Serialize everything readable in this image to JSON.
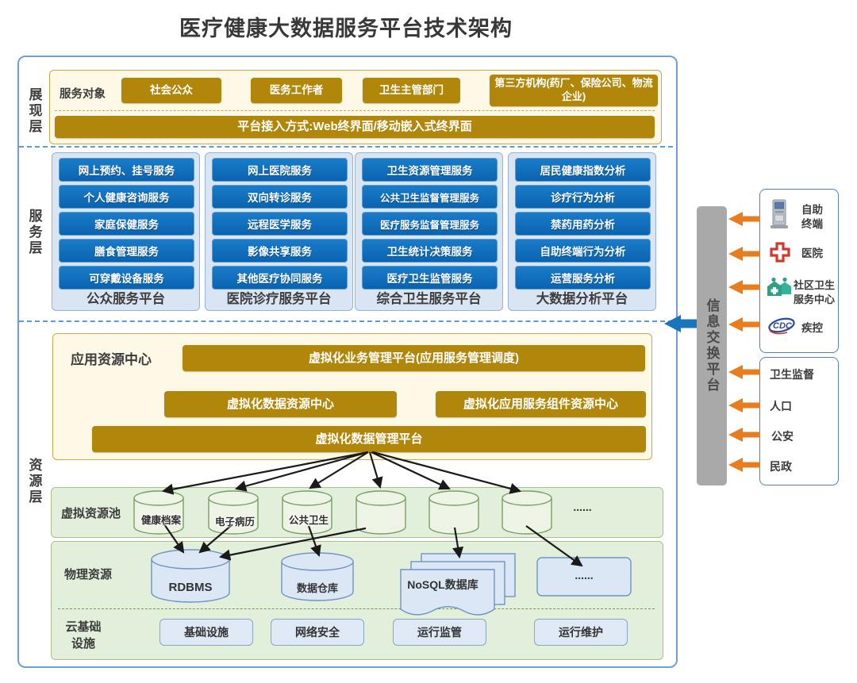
{
  "title": "医疗健康大数据服务平台技术架构",
  "layers": {
    "l1": "展现层",
    "l2": "服务层",
    "l3": "资源层"
  },
  "presentation": {
    "label": "服务对象",
    "targets": [
      "社会公众",
      "医务工作者",
      "卫生主管部门",
      "第三方机构(药厂、保险公司、物流企业)"
    ],
    "access": "平台接入方式:Web终界面/移动嵌入式终界面"
  },
  "platforms": [
    {
      "name": "公众服务平台",
      "services": [
        "网上预约、挂号服务",
        "个人健康咨询服务",
        "家庭保健服务",
        "膳食管理服务",
        "可穿戴设备服务"
      ]
    },
    {
      "name": "医院诊疗服务平台",
      "services": [
        "网上医院服务",
        "双向转诊服务",
        "远程医学服务",
        "影像共享服务",
        "其他医疗协同服务"
      ]
    },
    {
      "name": "综合卫生服务平台",
      "services": [
        "卫生资源管理服务",
        "公共卫生监督管理服务",
        "医疗服务监督管理服务",
        "卫生统计决策服务",
        "医疗卫生监管服务"
      ]
    },
    {
      "name": "大数据分析平台",
      "services": [
        "居民健康指数分析",
        "诊疗行为分析",
        "禁药用药分析",
        "自助终端行为分析",
        "运营服务分析"
      ]
    }
  ],
  "app_center": {
    "label": "应用资源中心",
    "bars": [
      "虚拟化业务管理平台(应用服务管理调度)",
      "虚拟化数据资源中心",
      "虚拟化应用服务组件资源中心",
      "虚拟化数据管理平台"
    ]
  },
  "virtual_pool": {
    "label": "虚拟资源池",
    "cylinders": [
      "健康档案",
      "电子病历",
      "公共卫生"
    ],
    "more": "......"
  },
  "physical": {
    "label": "物理资源",
    "rdbms": "RDBMS",
    "warehouse": "数据仓库",
    "nosql": "NoSQL数据库",
    "more": "......"
  },
  "cloud": {
    "label": "云基础设施",
    "items": [
      "基础设施",
      "网络安全",
      "运行监管",
      "运行维护"
    ]
  },
  "exchange": {
    "bar": "信息交换平台",
    "top": [
      {
        "icon": "kiosk",
        "label": "自助终端"
      },
      {
        "icon": "hospital",
        "label": "医院"
      },
      {
        "icon": "community-health",
        "label": "社区卫生服务中心"
      },
      {
        "icon": "cdc",
        "label": "疾控"
      }
    ],
    "bottom": [
      "卫生监督",
      "人口",
      "公安",
      "民政"
    ]
  },
  "colors": {
    "gold": "#b1870b",
    "blue_button": "#0b6cb8",
    "cream": "#fdf9e6",
    "green": "#e2efda",
    "orange": "#e87d1e",
    "arrow_blue": "#1b75bc",
    "gray_bar": "#a9a9a9"
  }
}
